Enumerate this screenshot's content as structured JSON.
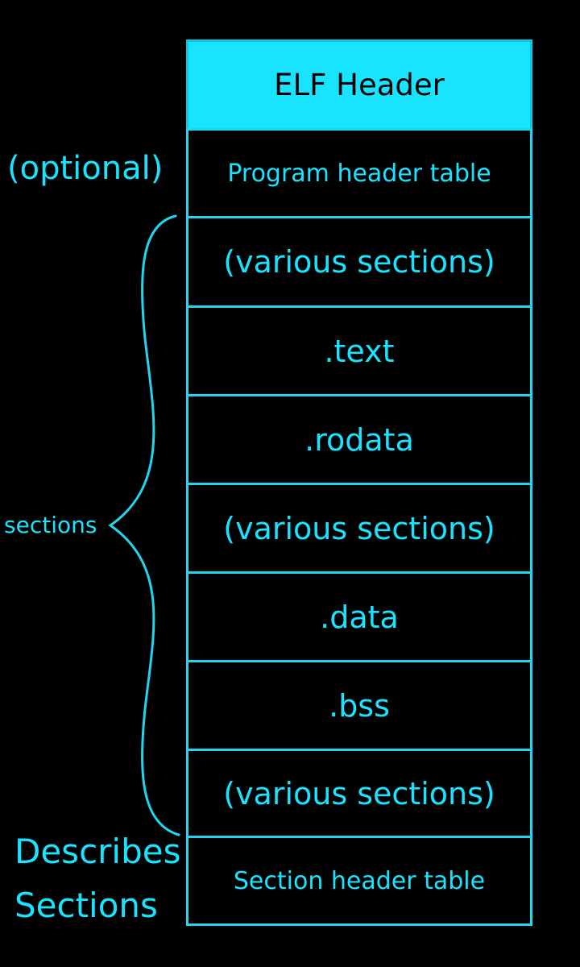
{
  "diagram": {
    "title": "",
    "accent_color": "#19e4ff",
    "background_color": "#000000",
    "blocks": [
      {
        "label": "ELF Header",
        "style": "header"
      },
      {
        "label": "Program header table",
        "style": "plain"
      },
      {
        "label": "(various sections)",
        "style": "plain"
      },
      {
        "label": ".text",
        "style": "plain"
      },
      {
        "label": ".rodata",
        "style": "plain"
      },
      {
        "label": "(various sections)",
        "style": "plain"
      },
      {
        "label": ".data",
        "style": "plain"
      },
      {
        "label": ".bss",
        "style": "plain"
      },
      {
        "label": "(various sections)",
        "style": "plain"
      },
      {
        "label": "Section header table",
        "style": "plain"
      }
    ],
    "annotations": {
      "optional": "(optional)",
      "sections": "sections",
      "describes_line1": "Describes",
      "describes_line2": "Sections"
    }
  }
}
